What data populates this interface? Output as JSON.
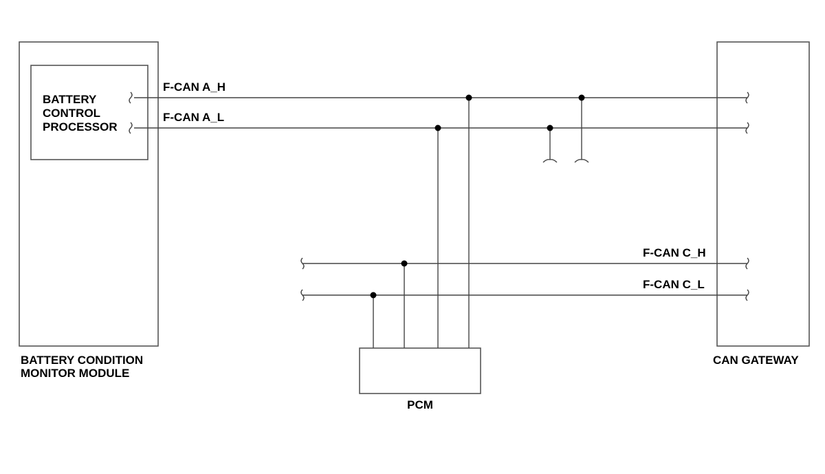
{
  "modules": {
    "bcm_label_line1": "BATTERY CONDITION",
    "bcm_label_line2": "MONITOR MODULE",
    "bcp_label_line1": "BATTERY",
    "bcp_label_line2": "CONTROL",
    "bcp_label_line3": "PROCESSOR",
    "gateway_label": "CAN GATEWAY",
    "pcm_label": "PCM"
  },
  "buses": {
    "a_high": "F-CAN A_H",
    "a_low": "F-CAN A_L",
    "c_high": "F-CAN C_H",
    "c_low": "F-CAN C_L"
  }
}
